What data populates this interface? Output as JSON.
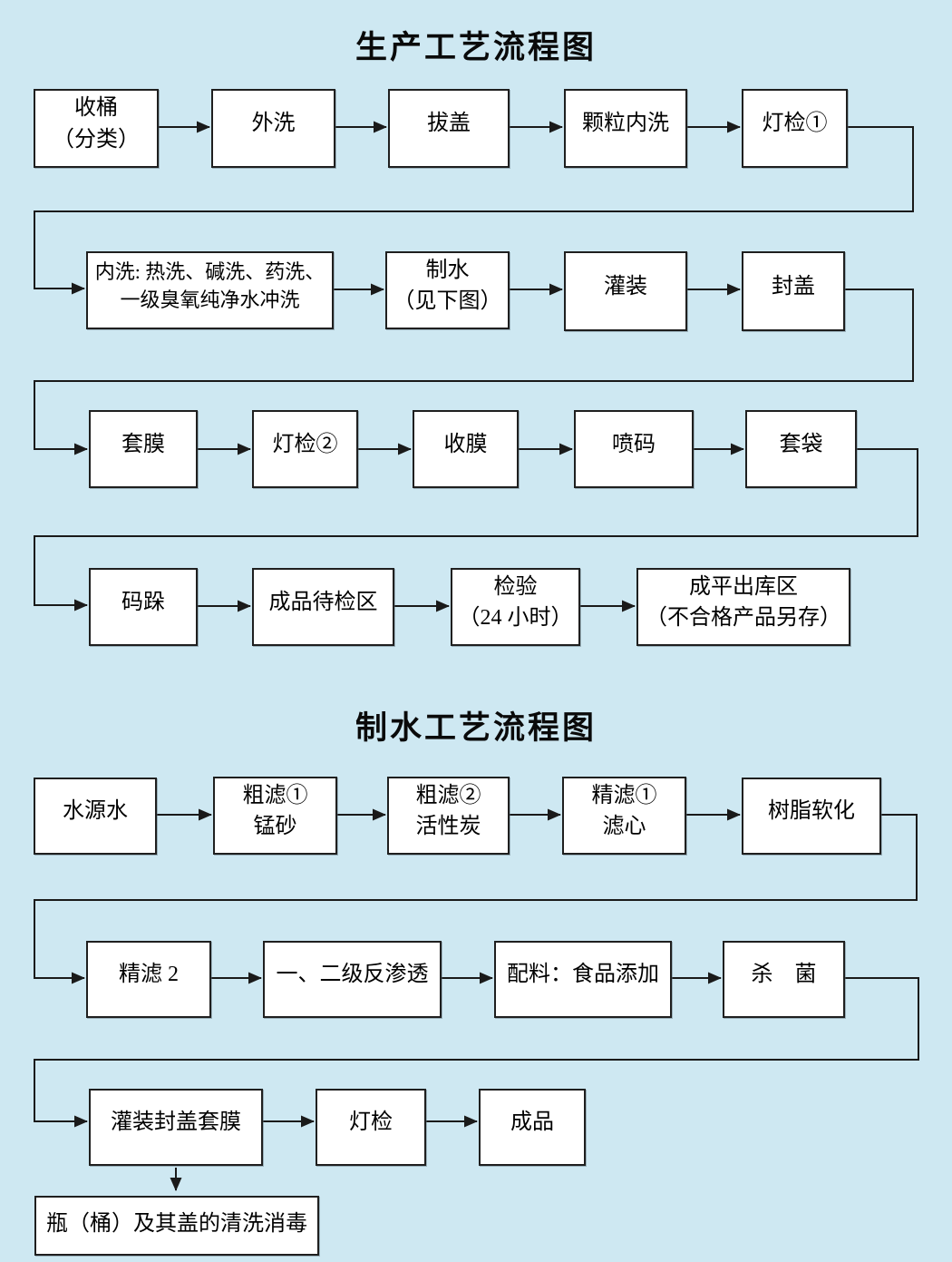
{
  "flow1": {
    "title": "生产工艺流程图",
    "nodes": [
      {
        "id": "collect-buckets",
        "label": "收桶\n（分类）"
      },
      {
        "id": "external-wash",
        "label": "外洗"
      },
      {
        "id": "cap-removal",
        "label": "拔盖"
      },
      {
        "id": "granule-internal-wash",
        "label": "颗粒内洗"
      },
      {
        "id": "light-inspection-1",
        "label": "灯检①"
      },
      {
        "id": "internal-wash",
        "label": "内洗: 热洗、碱洗、药洗、\n一级臭氧纯净水冲洗"
      },
      {
        "id": "water-production-ref",
        "label": "制水\n（见下图）"
      },
      {
        "id": "filling",
        "label": "灌装"
      },
      {
        "id": "capping",
        "label": "封盖"
      },
      {
        "id": "film-wrapping",
        "label": "套膜"
      },
      {
        "id": "light-inspection-2",
        "label": "灯检②"
      },
      {
        "id": "film-shrinking",
        "label": "收膜"
      },
      {
        "id": "code-printing",
        "label": "喷码"
      },
      {
        "id": "bagging",
        "label": "套袋"
      },
      {
        "id": "palletizing",
        "label": "码跺"
      },
      {
        "id": "finished-pending-area",
        "label": "成品待检区"
      },
      {
        "id": "inspection-24h",
        "label": "检验\n（24 小时）"
      },
      {
        "id": "outbound-area",
        "label": "成平出库区\n（不合格产品另存）"
      }
    ]
  },
  "flow2": {
    "title": "制水工艺流程图",
    "nodes": [
      {
        "id": "source-water",
        "label": "水源水"
      },
      {
        "id": "coarse-filter-1",
        "label": "粗滤①\n锰砂"
      },
      {
        "id": "coarse-filter-2",
        "label": "粗滤②\n活性炭"
      },
      {
        "id": "fine-filter-1",
        "label": "精滤①\n滤心"
      },
      {
        "id": "resin-softening",
        "label": "树脂软化"
      },
      {
        "id": "fine-filter-2",
        "label": "精滤 2"
      },
      {
        "id": "reverse-osmosis",
        "label": "一、二级反渗透"
      },
      {
        "id": "ingredients",
        "label": "配料：食品添加"
      },
      {
        "id": "sterilization",
        "label": "杀　菌"
      },
      {
        "id": "filling-capping-wrapping",
        "label": "灌装封盖套膜"
      },
      {
        "id": "light-inspection",
        "label": "灯检"
      },
      {
        "id": "finished-product",
        "label": "成品"
      },
      {
        "id": "bottle-cap-cleaning",
        "label": "瓶（桶）及其盖的清洗消毒"
      }
    ]
  },
  "colors": {
    "background": "#cee8f2",
    "box_fill": "#ffffff",
    "line": "#1a1a1a",
    "text": "#000000"
  }
}
